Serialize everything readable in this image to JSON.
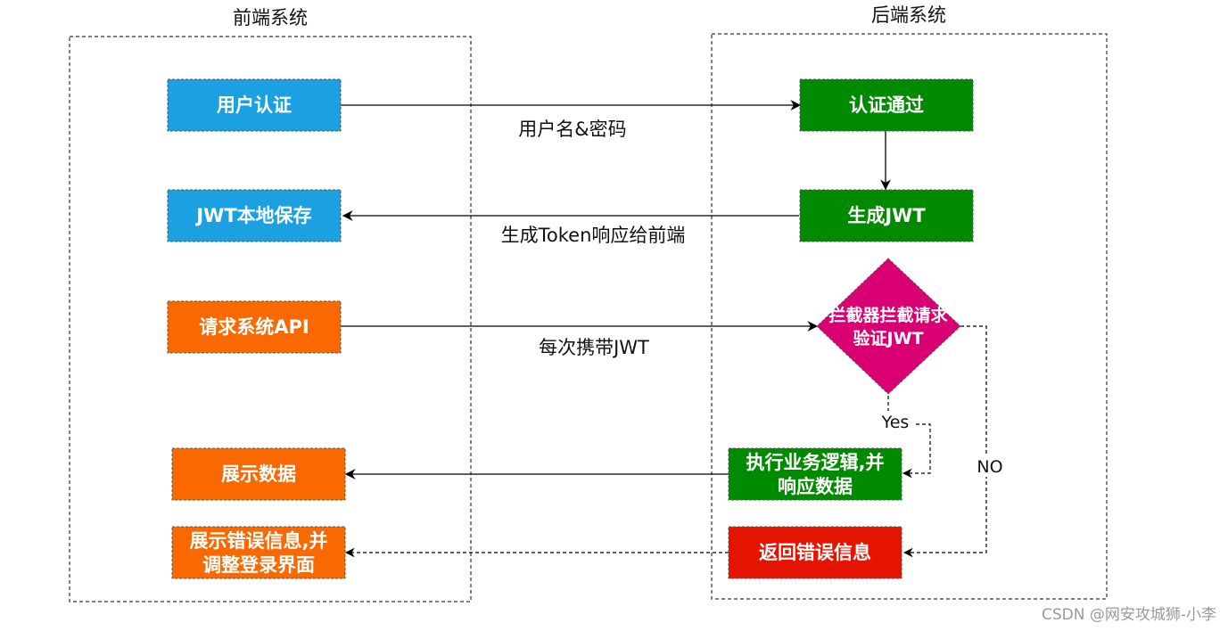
{
  "groups": {
    "frontend": {
      "title": "前端系统"
    },
    "backend": {
      "title": "后端系统"
    }
  },
  "nodes": {
    "user_auth": {
      "label": "用户认证"
    },
    "jwt_save": {
      "label": "JWT本地保存"
    },
    "request_api": {
      "label": "请求系统API"
    },
    "show_data": {
      "label": "展示数据"
    },
    "show_error_line1": "展示错误信息,并",
    "show_error_line2": "调整登录界面",
    "auth_pass": {
      "label": "认证通过"
    },
    "gen_jwt": {
      "label": "生成JWT"
    },
    "interceptor_line1": "拦截器拦截请求",
    "interceptor_line2": "验证JWT",
    "exec_line1": "执行业务逻辑,并",
    "exec_line2": "响应数据",
    "return_error": {
      "label": "返回错误信息"
    }
  },
  "edges": {
    "credentials": "用户名&密码",
    "token_response": "生成Token响应给前端",
    "carry_jwt": "每次携带JWT",
    "yes": "Yes",
    "no": "NO"
  },
  "watermark": "CSDN @网安攻城狮-小李",
  "colors": {
    "frontend_blue": "#1ba1e2",
    "orange": "#fa6800",
    "green": "#008a00",
    "magenta": "#d80073",
    "red": "#e51400",
    "node_border": "#5a5a5a",
    "group_border": "#333333"
  }
}
